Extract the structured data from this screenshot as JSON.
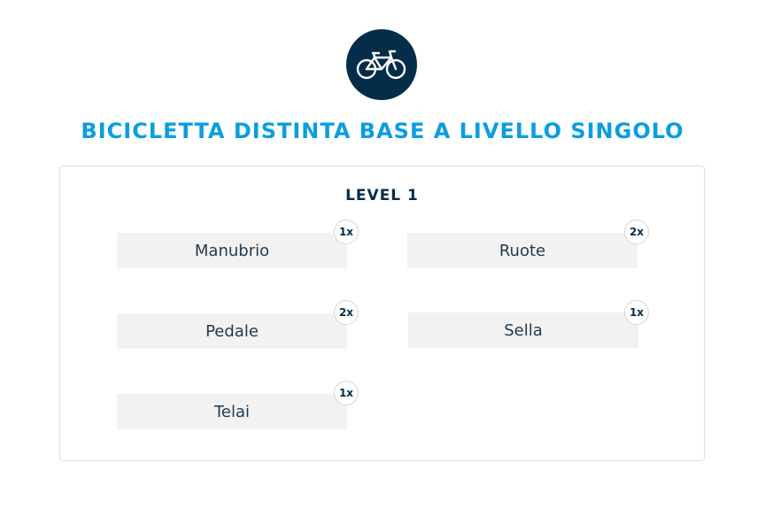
{
  "header": {
    "logo_icon": "bicycle-icon",
    "title": "BICICLETTA DISTINTA BASE A LIVELLO SINGOLO"
  },
  "level": {
    "title": "LEVEL 1",
    "components": [
      {
        "name": "Manubrio",
        "quantity": "1x"
      },
      {
        "name": "Ruote",
        "quantity": "2x"
      },
      {
        "name": "Pedale",
        "quantity": "2x"
      },
      {
        "name": "Sella",
        "quantity": "1x"
      },
      {
        "name": "Telai",
        "quantity": "1x"
      }
    ]
  },
  "colors": {
    "title": "#0a9ede",
    "dark": "#032d48",
    "card_bg": "#f2f2f2"
  }
}
